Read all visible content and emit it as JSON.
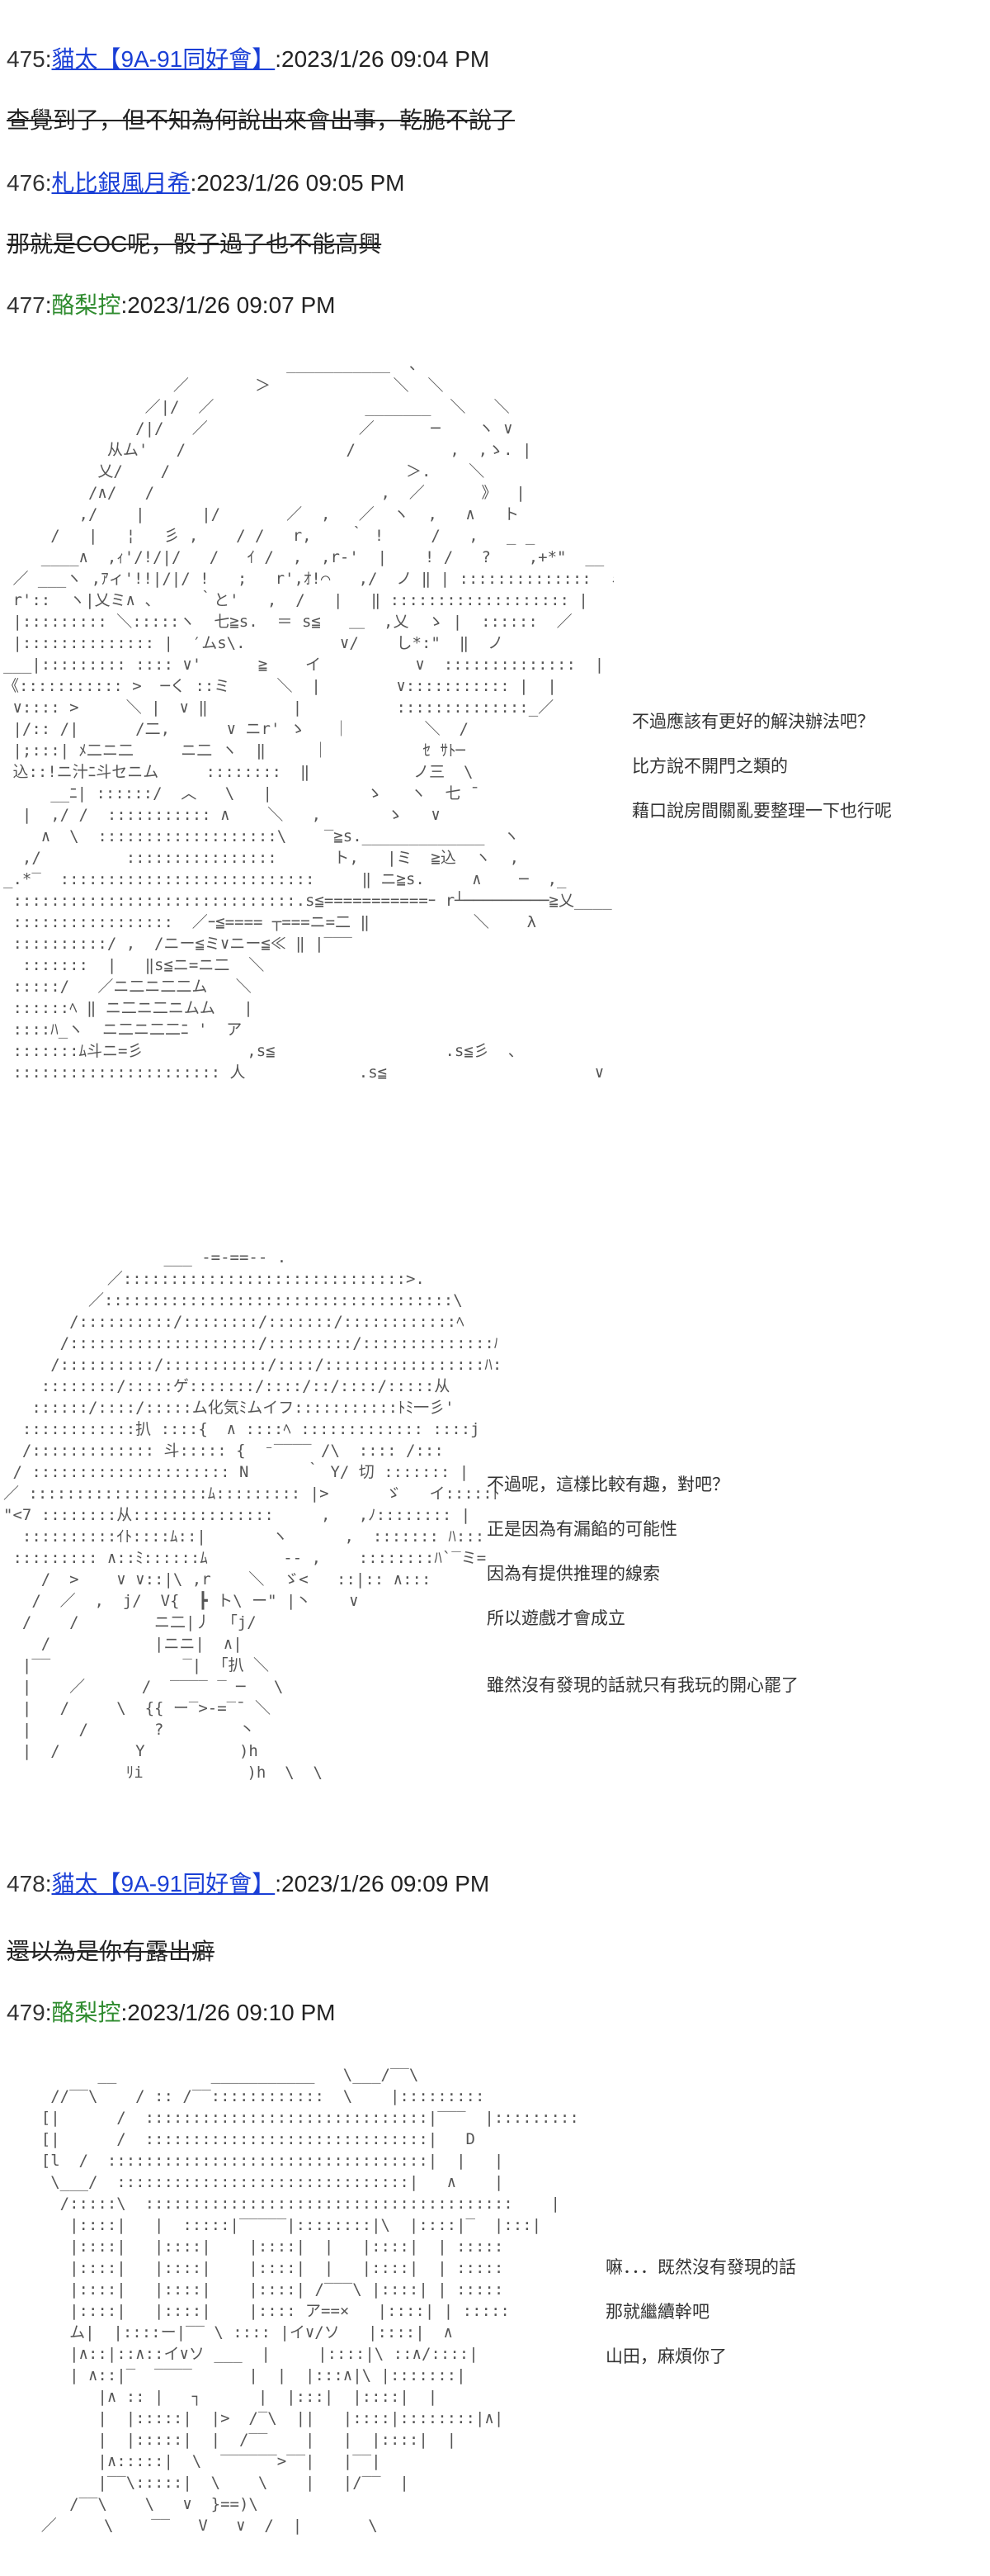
{
  "posts": [
    {
      "num": "475",
      "name": "貓太【9A-91同好會】",
      "timestamp": "2023/1/26 09:04 PM",
      "body": "查覺到了，但不知為何說出來會出事，乾脆不說了"
    },
    {
      "num": "476",
      "name": "札比銀風月希",
      "timestamp": "2023/1/26 09:05 PM",
      "body": "那就是COC呢，骰子過了也不能高興"
    },
    {
      "num": "477",
      "name": "酪梨控",
      "timestamp": "2023/1/26 09:07 PM"
    },
    {
      "num": "478",
      "name": "貓太【9A-91同好會】",
      "timestamp": "2023/1/26 09:09 PM",
      "body": "還以為是你有露出癖"
    },
    {
      "num": "479",
      "name": "酪梨控",
      "timestamp": "2023/1/26 09:10 PM"
    }
  ],
  "separator": ":",
  "scene1": {
    "lines": [
      "不過應該有更好的解決辦法吧？",
      "比方說不開門之類的",
      "藉口說房間關亂要整理一下也行呢"
    ]
  },
  "scene2": {
    "lines": [
      "不過呢，這樣比較有趣，對吧？",
      "正是因為有漏餡的可能性",
      "因為有提供推理的線索",
      "所以遊戲才會成立",
      "雖然沒有發現的話就只有我玩的開心罷了"
    ]
  },
  "scene3": {
    "lines": [
      "嘛．．．既然沒有發現的話",
      "那就繼續幹吧",
      "山田，麻煩你了"
    ]
  },
  "aa_art": {
    "scene1": "                              ___________  、\n                  ／       ＞             ＼  ＼\n               ／|/  ／                _______  ＼   ＼\n              /|/   ／                ／      ─    ヽ ∨\n           从ム'   /                 /          ,  ,ゝ. |\n          乂/    /                         ＞.    ＼\n         /∧/   /                        ,  ／      》  |\n        ,/    |      |/       ／  ,   ／  ヽ  ,   ∧   ト\n     /   |   ¦   彡 ,    / /   r,    ｀ !     /   ,   _ _\n    ____∧  ,ｨ'/!/|/   /   ｲ /  ,  ,r‐'  |    ! /   ?    ,+*\"  __ :::::\n ／ ___ヽ ,ｱィ'!!|/|/ !   ;   r',ｵ!⌒   ,/  ノ ‖ | ::::::::::::::  ミ|\n r'::  ヽ|乂ミ∧ 、    ｀と'   ,  /   |   ‖ ::::::::::::::::::: |\n |::::::::: ＼:::::ヽ  七≧s.  ＝ s≦   ＿  ,乂  ゝ |  ::::::  ／\n |:::::::::::::: |  ′ムs\\.          ∨/    し*:\"  ‖  ノ\n___|::::::::: :::: ∨'      ≧    イ          ∨  ::::::::::::::  |\n《::::::::::: >  ─く ::ミ     ＼  |        ∨::::::::::: |  |\n ∨:::: >     ＼ |  ∨ ‖         |          ::::::::::::::_／\n |/:: /|      /二,      ∨ ニr' ゝ   ｜        ＼  /\n |;:::| ﾒ二ニ二     ニ二 ヽ  ‖     ｜          ｾ ｻﾄ─\n 込::!ニ汁ﾆ斗セニム     ::::::::  ‖           ノ三  \\\n     __ﾆ| ::::::/  ︿   \\   |          ゝ   ヽ  七 ̄\n  |  ,/ /  ::::::::::: ∧    ＼   ,       ゝ   ∨\n    ∧  \\  :::::::::::::::::::\\    ‾≧s._____________  ヽ\n  ,/         ::::::::::::::::      ト,   |ミ  ≧込  ヽ  ,\n_.*‾  :::::::::::::::::::::::::::     ‖ ニ≧s.     ∧    ─  ,_\n ::::::::::::::::::::::::::::::.s≦===========ｰ r┴─────────≧乂____\n :::::::::::::::::  ／ｰ≦==== ┬===ニ=二 ‖           ＼    λ\n ::::::::::/ ,  /ニー≦ミ∨ニー≦≪ ‖ |‾‾‾\n  :::::::  |   ‖s≦ニ=ニ二  ＼ \n :::::/   ／ニ二ニ二二ム   ＼\n ::::::ﾍ ‖ ニ二ニ二ニムム   |\n ::::ﾊ_ヽ  ニ二ニ二二ﾆ '  ア\n :::::::ﾑ斗ニ=彡           ,s≦                  .s≦彡  、\n :::::::::::::::::::::: 人            .s≦                      ∨",
    "scene2": "                 ___ -=-==-- .\n           ／::::::::::::::::::::::::::::::>.\n         ／:::::::::::::::::::::::::::::::::::::\\\n       /::::::::::/::::::::/:::::::/::::::::::::ﾍ\n      /::::::::::::::::::::/:::::::::/::::::::::::::ﾊ\\\n     /::::::::::/:::::::::::/::::/:::::::::::::::::ﾊ:]    ｀Y\n    ::::::::/:::::ゲ:::::::/::::/::/::::/:::::从     }}\n   ::::::/::::/:::::ム化気ﾐムイフ:::::::::::ﾄﾐ一彡'\n  ::::::::::::扒 ::::{  ∧ ::::ﾍ ::::::::::::: ::::j\n  /::::::::::::: 斗::::: {  ⁻‾‾‾‾ /\\  :::: /:::\n / ::::::::::::::::::::: N      ｀ Y/ 切 ::::::: |\n／ :::::::::::::::::::ﾑ::::::::: |>      ゞ   イ:::::ﾄﾐ\n\"<7 ::::::::从:::::::::::::::     ,   ,ﾉ:::::::: |\n  ::::::::::ｲﾄ::::ﾑ::|       ヽ      ,  ::::::: ﾊ:::\n ::::::::: ∧::ﾐ::::::ﾑ        -- ,    ::::::::ﾊ`‾ミ=\n    /  >    ∨ ∨::|\\ ,r    ＼  ゞ<   ::|:: ∧:::\n   /  ／  ,  j/  V{  ┣ ト\\ ー\" |丶    ∨\n  /    /        ニ二|丿  ｢j/\n    /           |ニニ|  ∧|\n  |‾‾              ‾|  ｢扒 ＼\n  |    ／      /  ‾‾‾‾ ‾ ─   \\\n  |   /     \\  {{ ー‾>-=‾¯ ＼\n  |     /       ?        丶\n  |  /        Y          )h\n             ﾘi           )h  \\  \\",
    "scene3": "          __          ___________   \\___/‾‾\\\n     //‾‾\\    / :: /‾‾::::::::::::  \\    |:::::::::\n    [|      /  ::::::::::::::::::::::::::::::|‾‾‾  |:::::::::\n    [|      /  ::::::::::::::::::::::::::::::|   D\n    [l  /  ::::::::::::::::::::::::::::::::::|  |   |\n     \\___/  :::::::::::::::::::::::::::::::|   ∧    |\n      /:::::\\  :::::::::::::::::::::::::::::::::::::::    |\n       |::::|   |  :::::|‾‾‾‾‾|::::::::|\\  |::::|‾  |:::|\n       |::::|   |::::|    |::::|  |   |::::|  | :::::\n       |::::|   |::::|    |::::|  |   |::::|  | :::::\n       |::::|   |::::|    |::::| /‾‾‾\\ |::::| | :::::\n       |::::|   |::::|    |:::: ア==×   |::::| | :::::\n       ム|  |::::ー|‾‾ \\ :::: |イ∨/ソ   |::::|  ∧\n       |∧::|::∧::イ∨ソ ___  |     |::::|\\ ::∧/::::|\n       | ∧::|‾  ‾‾‾‾      |  |  |:::∧|\\ |:::::::|\n          |∧ :: |   ┐      |  |:::|  |::::|  |\n          |  |:::::|  |>  /‾\\  ||   |::::|::::::::|∧|\n          |  |:::::|  |  /‾‾    |   |  |::::|  |\n          |∧:::::|  \\  ‾‾‾‾‾‾>‾‾|   |‾‾|\n          |‾‾\\:::::|  \\    \\    |   |/‾‾  |\n       /‾‾\\    \\   ∨  }==)\\\n    ／     \\    ‾‾   V   ∨  /  |       \\"
  }
}
